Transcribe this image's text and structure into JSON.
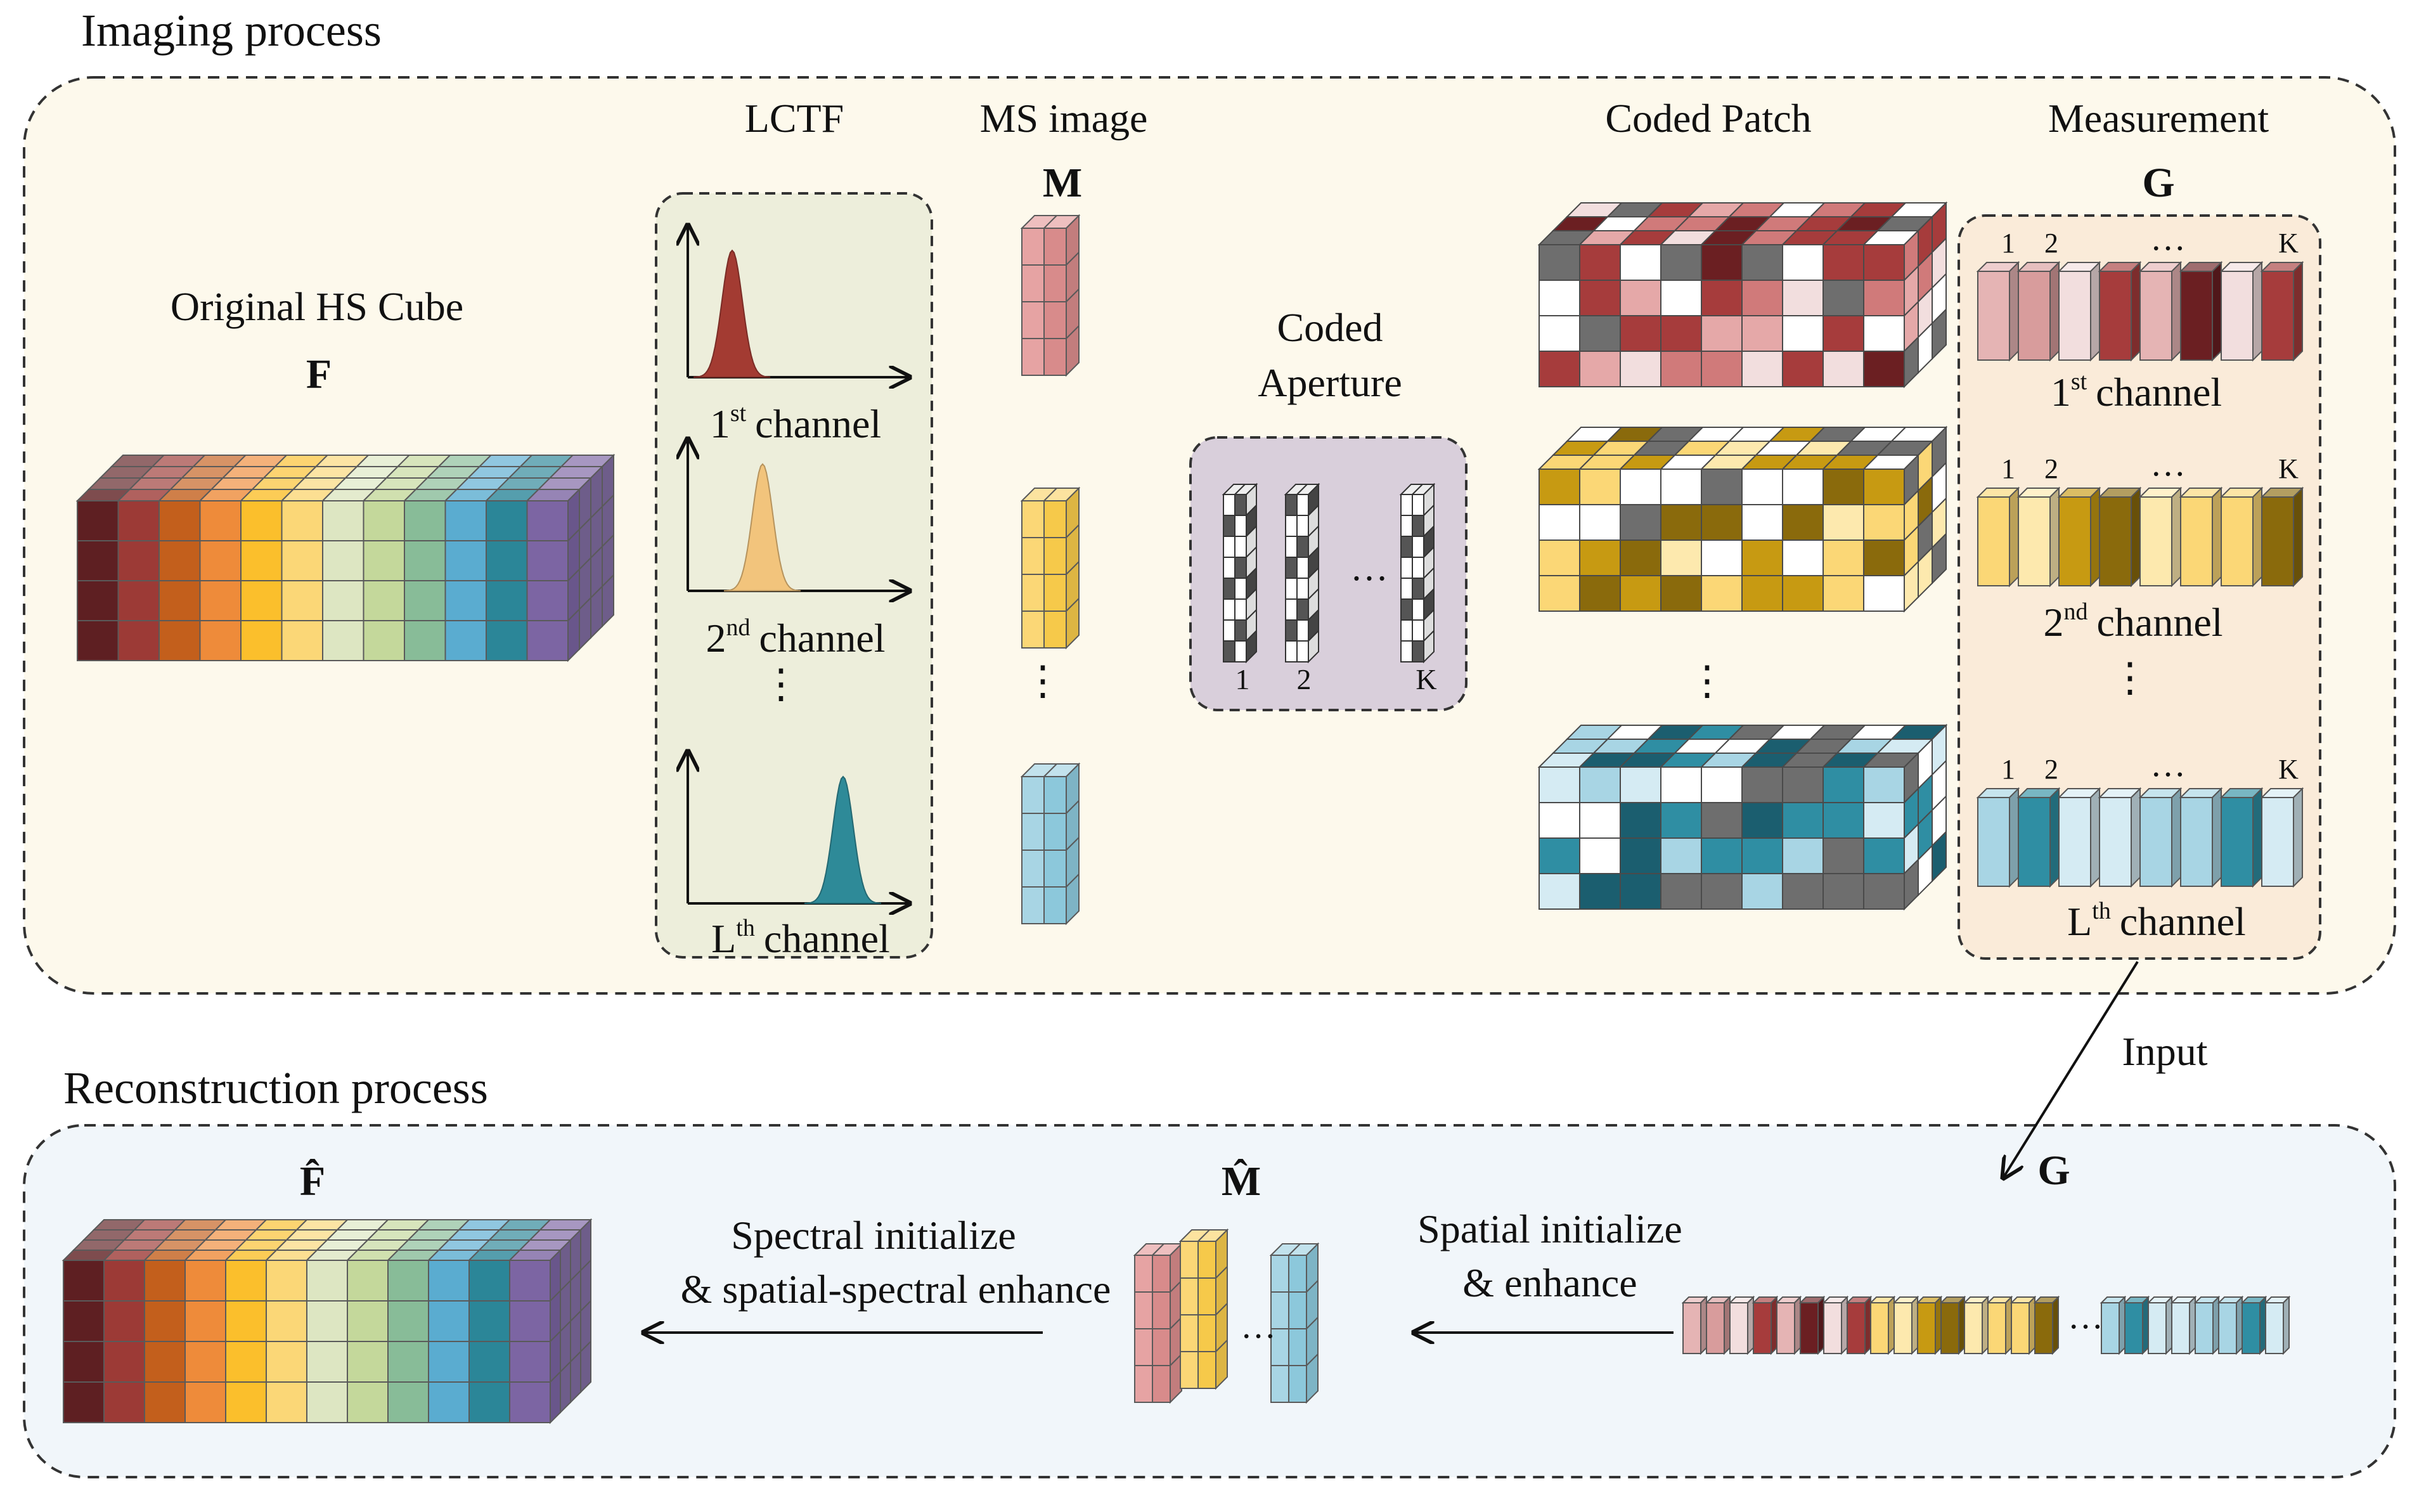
{
  "imaging": {
    "title": "Imaging process",
    "original_hs_cube_label": "Original HS Cube",
    "original_hs_cube_symbol": "F",
    "lctf_label": "LCTF",
    "lctf_channels": [
      {
        "num": "1",
        "sup": "st",
        "word": "channel"
      },
      {
        "num": "2",
        "sup": "nd",
        "word": "channel"
      },
      {
        "num": "L",
        "sup": "th",
        "word": "channel"
      }
    ],
    "lctf_colors": [
      "#a33b32",
      "#f2c47c",
      "#2e8a98"
    ],
    "ms_image_label": "MS image",
    "ms_image_symbol": "M",
    "coded_aperture_label_line1": "Coded",
    "coded_aperture_label_line2": "Aperture",
    "coded_aperture_index_labels": [
      "1",
      "2",
      "K"
    ],
    "coded_patch_label": "Coded Patch",
    "measurement_label": "Measurement",
    "measurement_symbol": "G",
    "measurement_index_labels": [
      "1",
      "2",
      "K"
    ],
    "measurement_channels": [
      {
        "num": "1",
        "sup": "st",
        "word": "channel"
      },
      {
        "num": "2",
        "sup": "nd",
        "word": "channel"
      },
      {
        "num": "L",
        "sup": "th",
        "word": "channel"
      }
    ],
    "ellipsis_vertical": "⋮",
    "ellipsis": "…"
  },
  "reconstruction": {
    "title": "Reconstruction process",
    "input_label": "Input",
    "g_symbol": "G",
    "m_hat_symbol": "M̂",
    "f_hat_symbol": "F̂",
    "spatial_label_line1": "Spatial initialize",
    "spatial_label_line2": "& enhance",
    "spectral_label_line1": "Spectral initialize",
    "spectral_label_line2": "& spatial-spectral enhance",
    "ellipsis": "…"
  },
  "colors": {
    "imaging_panel_bg": "#fdf9ec",
    "reconstruction_panel_bg": "#f1f6fa",
    "lctf_panel_bg": "#edeedb",
    "aperture_panel_bg": "#d9cfdb",
    "measurement_panel_bg": "#faebd9",
    "spectrum": [
      "#5e1f22",
      "#9c3a36",
      "#c35f1c",
      "#ee8b3a",
      "#fbbf2c",
      "#fbd777",
      "#dde6c2",
      "#c4d89b",
      "#88bc98",
      "#5aacd0",
      "#2b8698",
      "#7c65a3"
    ],
    "red_family": [
      "#e5a8a8",
      "#d07a7a",
      "#a63c3c",
      "#6b1f22",
      "#f2dede",
      "#ffffff",
      "#6e6e6e"
    ],
    "yellow_family": [
      "#fbd776",
      "#fde9ae",
      "#c79a12",
      "#8a6a0c",
      "#ffffff",
      "#6e6e6e"
    ],
    "blue_family": [
      "#a8d5e4",
      "#d5ebf3",
      "#2f8ea3",
      "#1b5e6f",
      "#ffffff",
      "#6e6e6e"
    ]
  }
}
